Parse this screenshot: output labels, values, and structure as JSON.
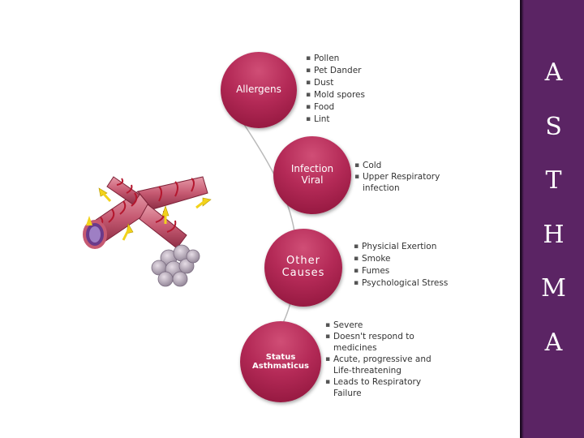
{
  "sidebar": {
    "letters": [
      "A",
      "S",
      "T",
      "H",
      "M",
      "A"
    ]
  },
  "nodes": {
    "allergens": {
      "label": "Allergens"
    },
    "infection": {
      "line1": "Infection",
      "line2": "Viral"
    },
    "other": {
      "line1": "Other",
      "line2": "Causes"
    },
    "status": {
      "line1": "Status",
      "line2": "Asthmaticus"
    }
  },
  "lists": {
    "allergens": [
      "Pollen",
      "Pet Dander",
      "Dust",
      "Mold spores",
      "Food",
      "Lint"
    ],
    "infection": [
      "Cold",
      "Upper Respiratory infection"
    ],
    "other": [
      "Physicial Exertion",
      "Smoke",
      "Fumes",
      "Psychological Stress"
    ],
    "status": [
      "Severe",
      "Doesn't respond to medicines",
      "Acute, progressive and Life-threatening",
      "Leads to Respiratory Failure"
    ]
  },
  "colors": {
    "node": "#b42a57",
    "sidebar": "#5b2464",
    "arc": "#b9b9b9",
    "airway": "#c1446a",
    "arrow": "#f2d21b"
  },
  "icons": [
    "airway-illustration",
    "arrow-icon"
  ]
}
